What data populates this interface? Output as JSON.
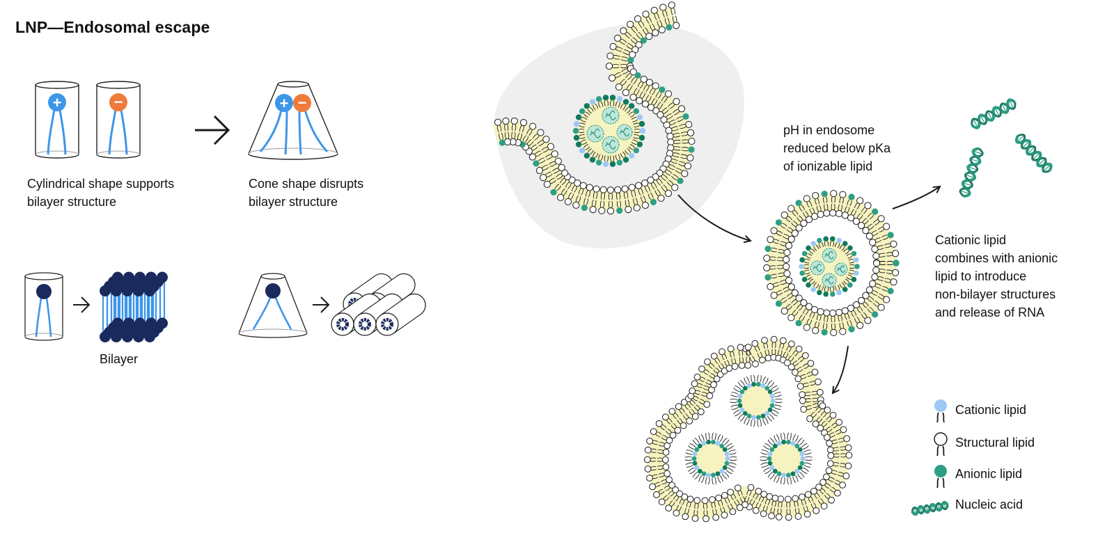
{
  "title": "LNP—Endosomal escape",
  "shapes": {
    "cylinder_caption_line1": "Cylindrical shape supports",
    "cylinder_caption_line2": "bilayer structure",
    "cone_caption_line1": "Cone shape disrupts",
    "cone_caption_line2": "bilayer structure",
    "bilayer_label": "Bilayer",
    "plus_symbol": "+",
    "minus_symbol": "−"
  },
  "process": {
    "ph_note_line1": "pH in endosome",
    "ph_note_line2": "reduced below pKa",
    "ph_note_line3": "of ionizable lipid",
    "release_note_line1": "Cationic lipid",
    "release_note_line2": "combines with anionic",
    "release_note_line3": "lipid to introduce",
    "release_note_line4": "non-bilayer structures",
    "release_note_line5": "and release of RNA"
  },
  "legend": {
    "items": [
      {
        "label": "Cationic lipid",
        "icon": "cationic-lipid-icon"
      },
      {
        "label": "Structural lipid",
        "icon": "structural-lipid-icon"
      },
      {
        "label": "Anionic lipid",
        "icon": "anionic-lipid-icon"
      },
      {
        "label": "Nucleic acid",
        "icon": "nucleic-acid-icon"
      }
    ]
  },
  "colors": {
    "cationic": "#9cc8f5",
    "anionic": "#2f9e86",
    "anionic_dark": "#0f7a5e",
    "structural": "#ffffff",
    "plus_charge": "#3d96e8",
    "minus_charge": "#f07a3a",
    "lipid_head_dark": "#1b2a5c",
    "lipid_tail": "#3d96e8",
    "membrane_fill": "#f7f3c0",
    "endosome_bg": "#efefef",
    "rna": "#2a9a80"
  }
}
